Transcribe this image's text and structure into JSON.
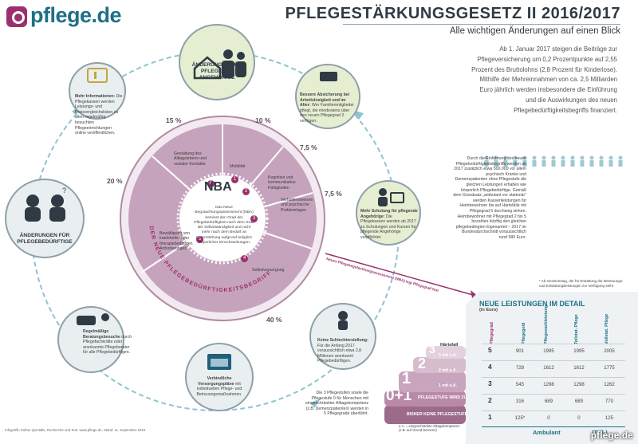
{
  "header": {
    "logo_text": "pflege.de",
    "title": "PFLEGESTÄRKUNGSGESETZ II 2016/2017",
    "subtitle": "Alle wichtigen Änderungen auf einen Blick"
  },
  "intro": "Ab 1. Januar 2017 steigen die Beiträge zur Pflegeversicherung um 0,2 Prozentpunkte auf 2,55 Prozent des Bruttolohns (2,8 Prozent für Kinderlose). Mithilfe der Mehreinnahmen von ca. 2,5 Milliarden Euro jährlich werden insbesondere die Einführung und die Auswirkungen des neuen Pflegebedürftigkeitsbegriffs finanziert.",
  "satellites": {
    "angehoerige": {
      "title": "ÄNDERUNGEN FÜR PFLEGENDE ANGEHÖRIGE"
    },
    "info": {
      "title": "Mehr Informationen:",
      "text": "Die Pflegekassen werden Leistungs- und Preisvergleichslisten zu allen regelmäßig besuchten Pflegeeinrichtungen online veröffentlichen."
    },
    "absicherung": {
      "title": "Bessere Absicherung bei Arbeitslosigkeit und im Alter:",
      "text": "Wer Familienmitglieder pflegt, die mindestens über den neuen Pflegegrad 2 verfügen."
    },
    "schulung": {
      "title": "Mehr Schulung für pflegende Angehörige:",
      "text": "Die Pflegekassen werden ab 2017 zu Schulungen und Kursen für pflegende Angehörige verpflichtet."
    },
    "beduerftige": {
      "title": "ÄNDERUNGEN FÜR PFLEGEBEDÜRFTIGE"
    },
    "beratung": {
      "title": "Regelmäßige Beratungsbesuche",
      "text": "durch Pflegefachkräfte oder anerkannte Pflegeberater für alle Pflegebedürftigen."
    },
    "versorgung": {
      "title": "Verbindliche Versorgungspläne",
      "text": "mit individuellen Pflege- und Betreuungsmaßnahmen."
    },
    "schlechter": {
      "title": "Keine Schlechterstellung:",
      "text": "Für die Anfang 2017 voraussichtlich etwa 2,8 Millionen anerkannt Pflegebedürftigen."
    }
  },
  "wheel": {
    "center_label": "NBA",
    "center_text": "Das Neue Begutachtungsassessment (NBA) bemisst den Grad der Pflegebedürftigkeit nach dem Grad der Selbstständigkeit und nicht mehr nach dem Bedarf an Unterstützung aufgrund lediglich körperlicher Einschränkungen.",
    "ring_label": "DER NEUE PFLEGEBEDÜRFTIGKEITSBEGRIFF",
    "arrow_label": "Neues Pflegebegutachtungsassessment (NBA) legt Pflegegrad fest",
    "modules": [
      {
        "num": "1",
        "label": "Mobilität",
        "pct": "10 %"
      },
      {
        "num": "2",
        "label": "Kognitive und kommunikative Fähigkeiten",
        "pct": "7,5 %"
      },
      {
        "num": "3",
        "label": "Verhaltensweisen und psychische Problemlagen",
        "pct": "7,5 %"
      },
      {
        "num": "4",
        "label": "Selbstversorgung",
        "pct": "40 %"
      },
      {
        "num": "5",
        "label": "Bewältigung von krankheits- oder therapiebedingten Anforderungen",
        "pct": "20 %"
      },
      {
        "num": "6",
        "label": "Gestaltung des Alltagslebens und sozialer Kontakte",
        "pct": "15 %"
      }
    ]
  },
  "figures_text": "Durch die Einführung des neuen Pflegebedürftigkeitsbegriffs werden ab 2017 zusätzlich etwa 500.000 vor allem psychisch Kranke und Demenzpatienten ohne Pflegestufe die gleichen Leistungen erhalten wie körperlich Pflegebedürftige. Gemäß dem Grundsatz „ambulant vor stationär“ werden Kassenleistungen für Heimbewohner bis auf Härtefälle mit Pflegegrad 5 durchweg sinken. Heimbewohner mit Pflegegrad 2 bis 5 bezahlen künftig den gleichen pflegebedingten Eigenanteil – 2017 im Bundesdurchschnitt voraussichtlich rund 580 Euro.",
  "figures_footnote": "* Ab Gesetzestag, der für Erstattung der Betreuungs- und Entlastungsleistungen zur Verfügung steht",
  "stufe_note": "Die 3 Pflegestufen sowie die Pflegestufe 0 für Menschen mit eingeschränkter Alltagskompetenz (z.B. Demenzpatienten) werden in 5 Pflegegrade überführt.",
  "eA_note": "e.A. = eingeschränkte Alltagskompetenz (z.B. auf Grund Demenz)",
  "stairs": {
    "haertefall": "Härtefall",
    "s3ea": "3 mit e.A.",
    "s3": "3",
    "s2ea": "2 mit e.A.",
    "s2": "2",
    "s1ea": "1 mit e.A.",
    "s1": "1",
    "s0": "0+1",
    "s0_label": "PFLEGESTUFE WIRD ZU",
    "keine": "BISHER KEINE PFLEGESTUFE"
  },
  "table": {
    "title": "NEUE LEISTUNGEN IM DETAIL",
    "subtitle": "(in Euro)",
    "columns": [
      "Pflegegrad",
      "Pflegegeld",
      "Pflegesachleistung",
      "Teilstat. Pflege",
      "Vollstat. Pflege"
    ],
    "rows": [
      {
        "pg": "5",
        "values": [
          "901",
          "1995",
          "1995",
          "2005"
        ]
      },
      {
        "pg": "4",
        "values": [
          "728",
          "1612",
          "1612",
          "1775"
        ]
      },
      {
        "pg": "3",
        "values": [
          "545",
          "1298",
          "1298",
          "1262"
        ]
      },
      {
        "pg": "2",
        "values": [
          "316",
          "689",
          "689",
          "770"
        ]
      },
      {
        "pg": "1",
        "values": [
          "125*",
          "0",
          "0",
          "125"
        ]
      }
    ],
    "foot_left": "Ambulant",
    "foot_right": "(Teil-)"
  },
  "footer": "Infografik: Esther Quintalle, Recherche und Text: www.pflege.de, Stand: 11. September 2015",
  "watermark": "pflege.de",
  "colors": {
    "purple": "#9c2f6e",
    "wheel_fill": "#c6a3bd",
    "ring_border": "#b08aa5",
    "teal": "#1f6f86",
    "satellite_fill": "#e9eef0",
    "satellite_border": "#8ea0aa"
  }
}
